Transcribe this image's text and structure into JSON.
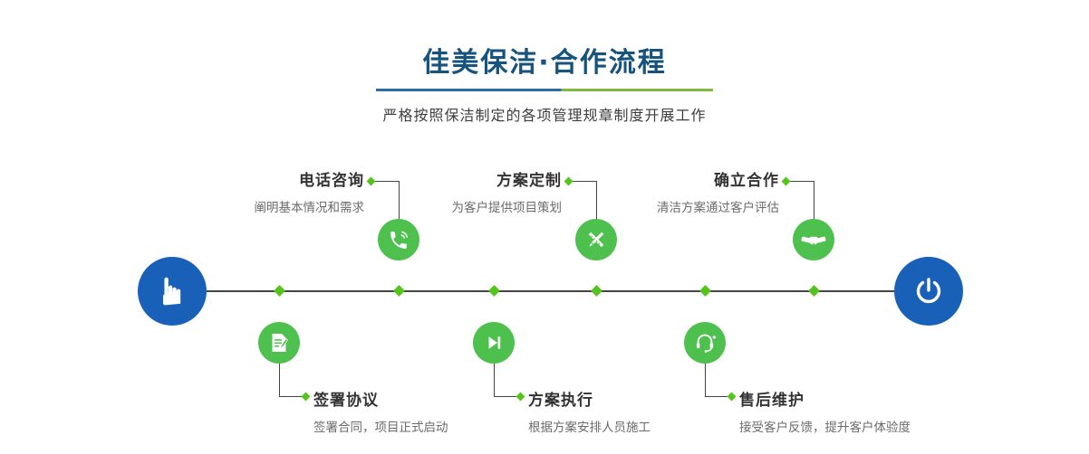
{
  "header": {
    "title": "佳美保洁·合作流程",
    "subtitle": "严格按照保洁制定的各项管理规章制度开展工作"
  },
  "timeline": {
    "start_icon": "hand-pointer-icon",
    "end_icon": "power-icon"
  },
  "steps_top": [
    {
      "title": "电话咨询",
      "desc": "阐明基本情况和需求",
      "icon": "phone-icon"
    },
    {
      "title": "方案定制",
      "desc": "为客户提供项目策划",
      "icon": "design-tools-icon"
    },
    {
      "title": "确立合作",
      "desc": "清洁方案通过客户评估",
      "icon": "handshake-icon"
    }
  ],
  "steps_bottom": [
    {
      "title": "签署协议",
      "desc": "签署合同，项目正式启动",
      "icon": "contract-icon"
    },
    {
      "title": "方案执行",
      "desc": "根据方案安排人员施工",
      "icon": "play-icon"
    },
    {
      "title": "售后维护",
      "desc": "接受客户反馈，提升客户体验度",
      "icon": "headset-icon"
    }
  ],
  "colors": {
    "title_blue": "#16537d",
    "underline_blue": "#2e6da4",
    "underline_green": "#85b93d",
    "node_green": "#4ec04e",
    "accent_green": "#52c41a",
    "endpoint_blue": "#1961b8",
    "line_dark": "#454545"
  }
}
